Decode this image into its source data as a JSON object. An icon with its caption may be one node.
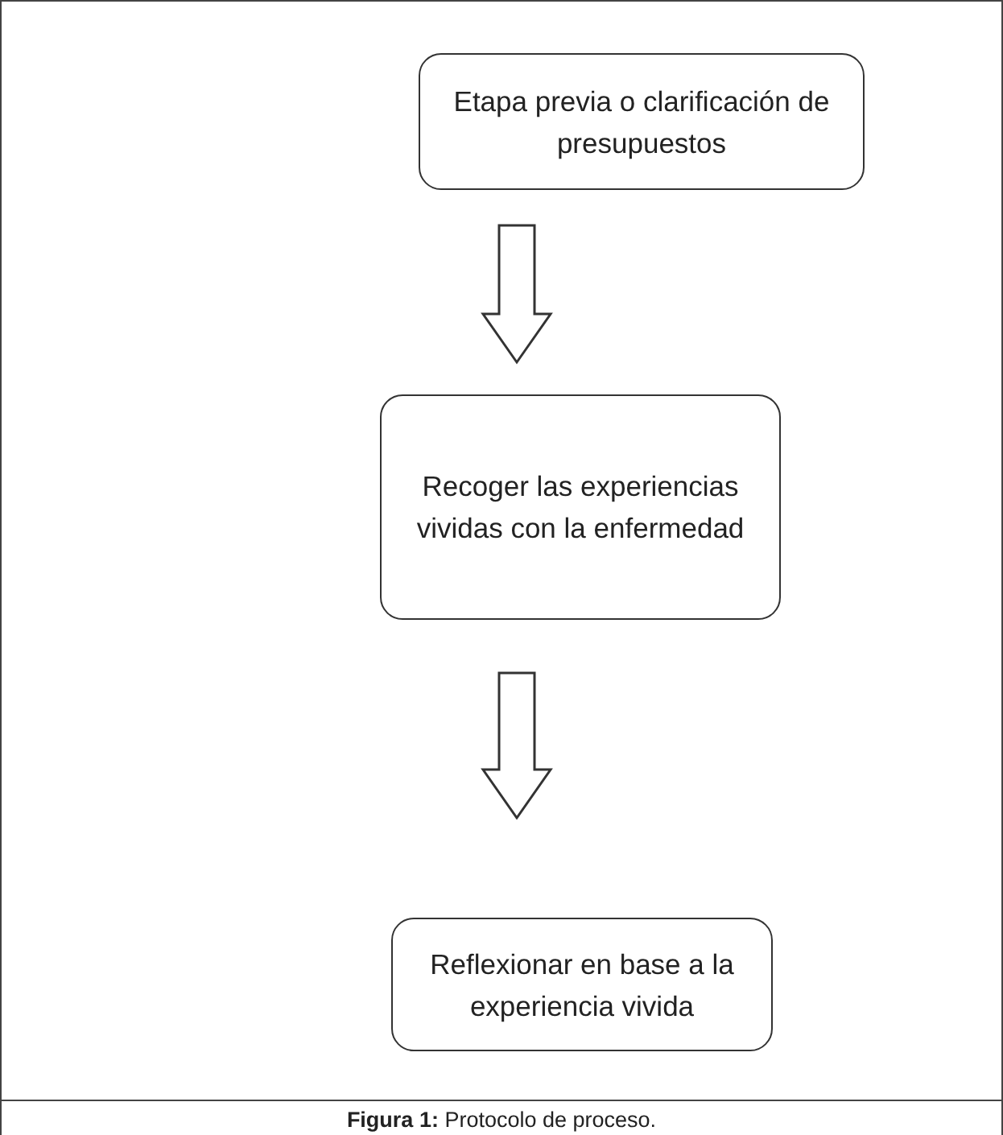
{
  "diagram": {
    "caption": "**Figura 1:** Protocolo de proceso.",
    "nodes": [
      {
        "text": [
          "Etapa previa o clarificación de presupuestos"
        ]
      },
      {
        "text": [
          "Recoger las experiencias vividas con la enfermedad"
        ]
      },
      {
        "text": [
          "Reflexionar en base a la experiencia vivida"
        ]
      }
    ],
    "edges": [
      {
        "from": 0,
        "to": 1,
        "arrow": "to"
      },
      {
        "from": 1,
        "to": 2,
        "arrow": "to"
      }
    ]
  }
}
